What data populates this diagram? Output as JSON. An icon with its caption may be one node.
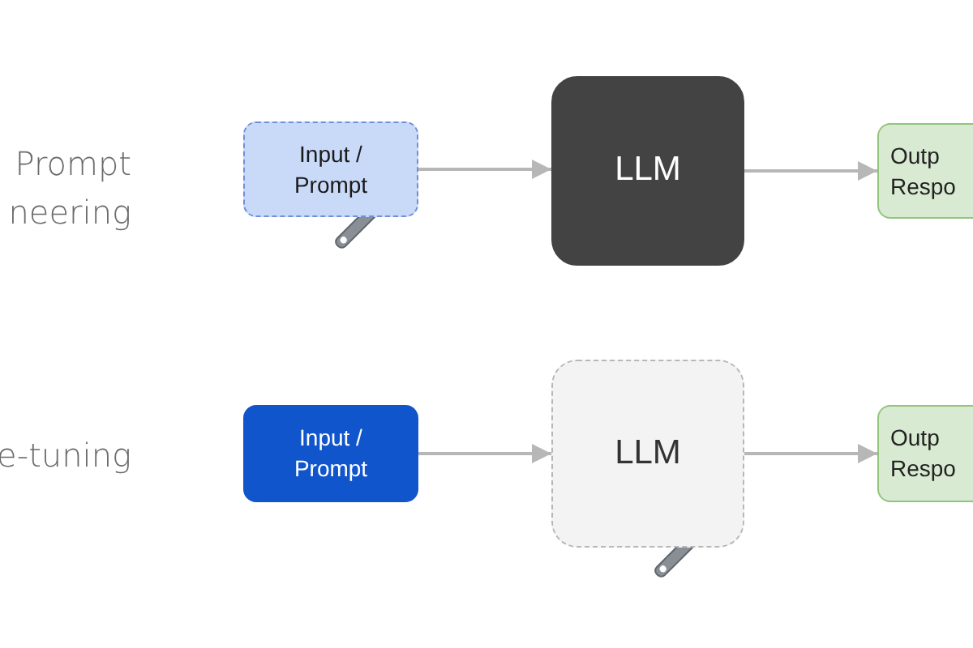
{
  "diagram": {
    "nodes": [
      {
        "text": [
          "Input / Prompt"
        ]
      },
      {
        "text": [
          "LLM"
        ]
      },
      {
        "text": [
          "Outp Respo"
        ]
      },
      {
        "text": [
          "Input / Prompt"
        ]
      },
      {
        "text": [
          "LLM"
        ]
      },
      {
        "text": [
          "Outp Respo"
        ]
      }
    ],
    "edges": [
      {
        "from": 0,
        "to": 1,
        "arrow": "to"
      },
      {
        "from": 1,
        "to": 2,
        "arrow": "to"
      },
      {
        "from": 3,
        "to": 4,
        "arrow": "to"
      },
      {
        "from": 4,
        "to": 5,
        "arrow": "to"
      }
    ],
    "labels": [
      "Prompt neering",
      "e-tuning"
    ]
  }
}
